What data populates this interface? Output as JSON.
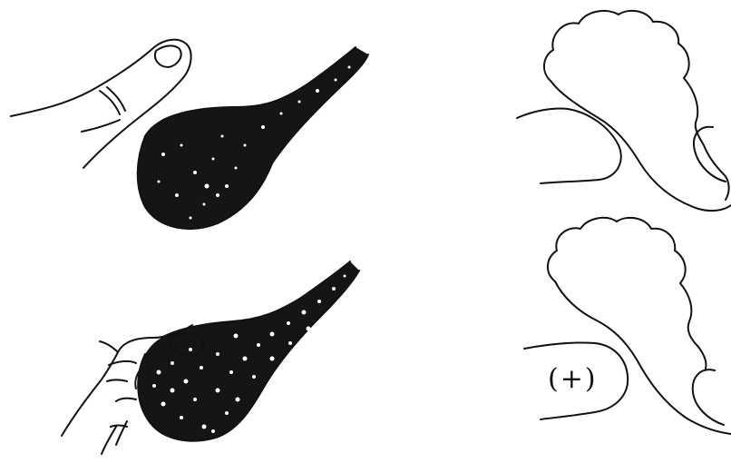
{
  "figure": {
    "panels": [
      {
        "id": "top-left",
        "description_label": ""
      },
      {
        "id": "top-right",
        "description_label": ""
      },
      {
        "id": "bottom-left",
        "description_label": ""
      },
      {
        "id": "bottom-right",
        "label_text": "(+)"
      }
    ],
    "colors": {
      "ink": "#111111",
      "background": "#ffffff",
      "stipple": "#151515"
    }
  }
}
